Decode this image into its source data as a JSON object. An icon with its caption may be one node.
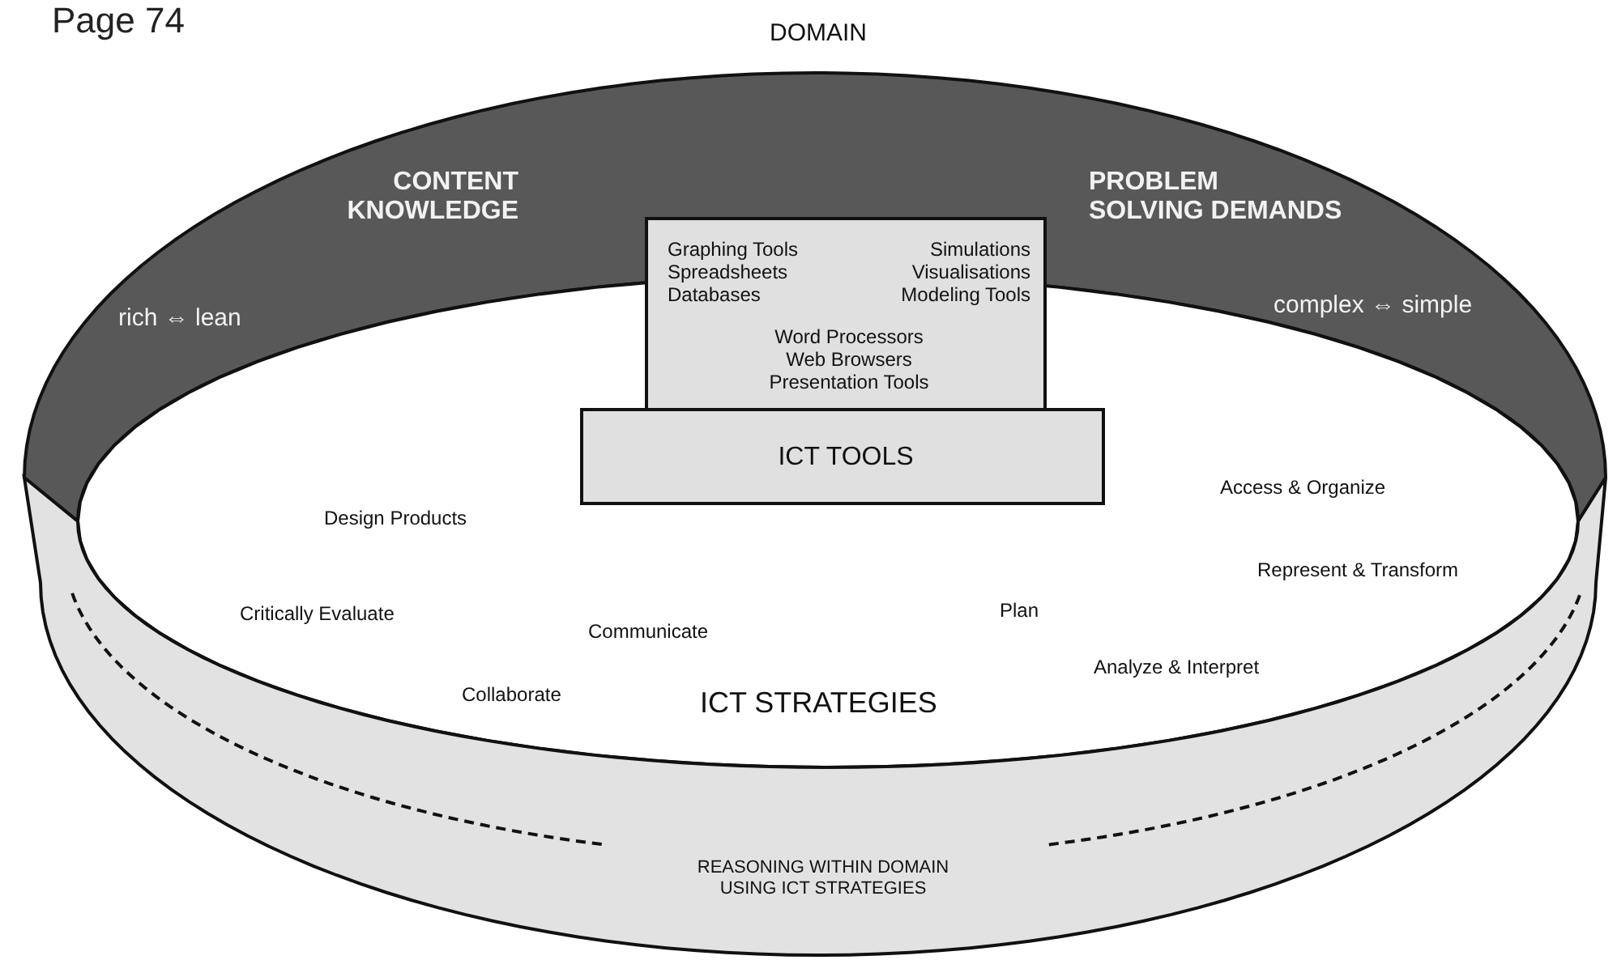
{
  "diagram": {
    "nodes": [
      {
        "text": [
          "DOMAIN",
          "CONTENT KNOWLEDGE",
          "rich ⇔ lean",
          "PROBLEM SOLVING DEMANDS",
          "complex ⇔ simple"
        ]
      },
      {
        "text": [
          "Design Products",
          "Critically Evaluate",
          "Communicate",
          "Collaborate",
          "ICT STRATEGIES",
          "Plan",
          "Access & Organize",
          "Represent & Transform",
          "Analyze & Interpret"
        ]
      },
      {
        "text": [
          "Graphing Tools Spreadsheets Databases",
          "Simulations Visualisations Modeling Tools",
          "Word Processors Web Browsers Presentation Tools"
        ]
      },
      {
        "text": [
          "ICT TOOLS"
        ],
        "in": 1
      },
      {
        "text": [
          "REASONING WITHIN DOMAIN USING ICT STRATEGIES"
        ]
      }
    ],
    "labels": [
      "Page 74"
    ]
  }
}
